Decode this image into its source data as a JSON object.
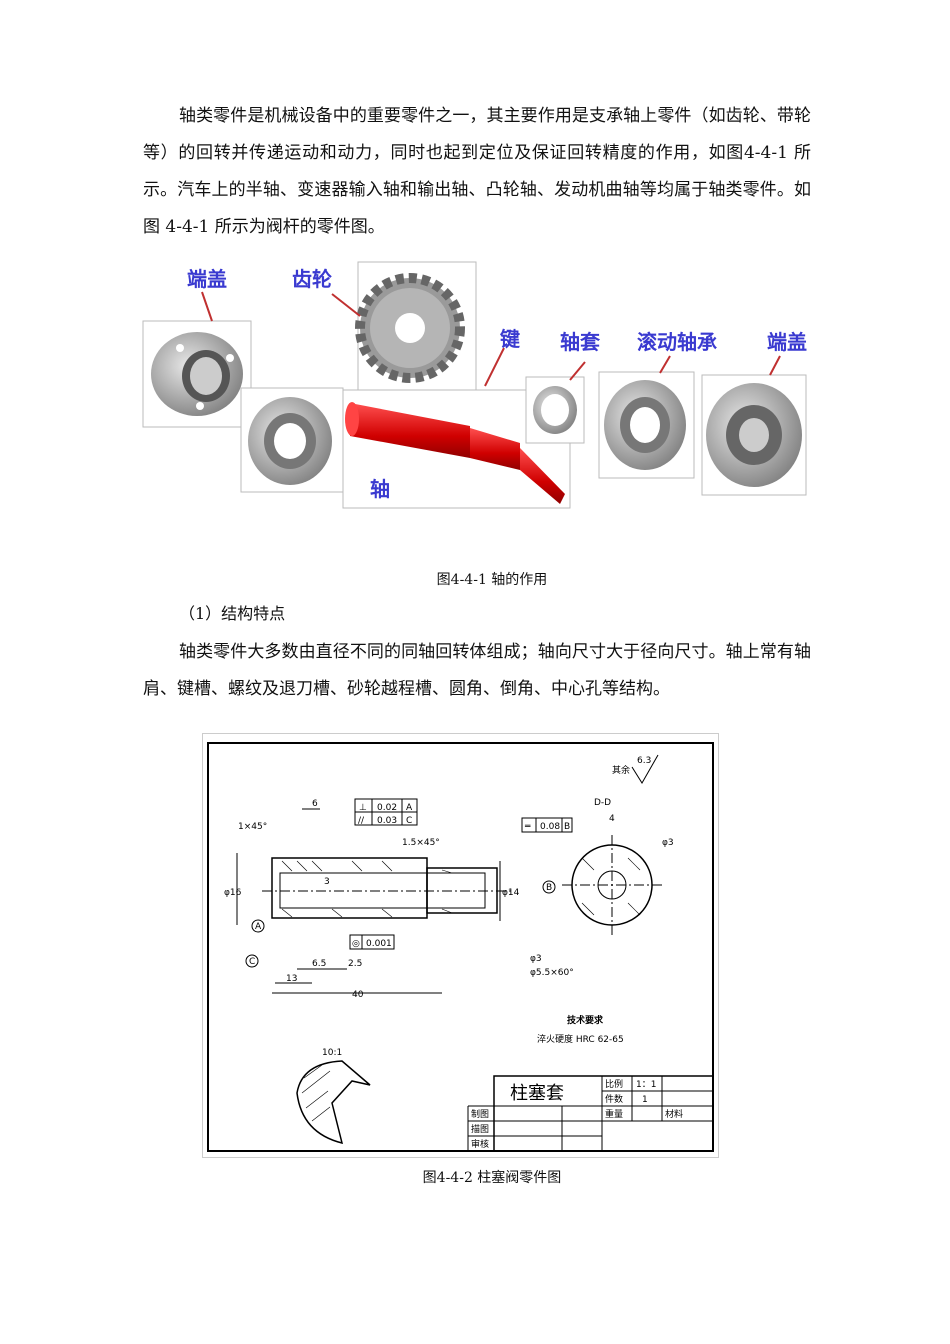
{
  "intro_paragraph": "轴类零件是机械设备中的重要零件之一，其主要作用是支承轴上零件（如齿轮、带轮等）的回转并传递运动和动力，同时也起到定位及保证回转精度的作用，如图4-4-1 所示。汽车上的半轴、变速器输入轴和输出轴、凸轮轴、发动机曲轴等均属于轴类零件。如图 4-4-1 所示为阀杆的零件图。",
  "figure1": {
    "labels": {
      "end_cover_left": "端盖",
      "gear": "齿轮",
      "key": "键",
      "sleeve": "轴套",
      "bearing": "滚动轴承",
      "end_cover_right": "端盖",
      "shaft": "轴"
    },
    "caption": "图4-4-1  轴的作用",
    "colors": {
      "label": "#3a3ad0",
      "shaft": "#e01010",
      "part_gray": "#9a9a9a"
    }
  },
  "section_heading": "（1）结构特点",
  "structure_paragraph": "轴类零件大多数由直径不同的同轴回转体组成；轴向尺寸大于径向尺寸。轴上常有轴肩、键槽、螺纹及退刀槽、砂轮越程槽、圆角、倒角、中心孔等结构。",
  "figure2": {
    "caption": "图4-4-2   柱塞阀零件图",
    "drawing": {
      "roughness_note": "其余",
      "roughness_value": "6.3",
      "section_label": "D-D",
      "tolerance1": [
        "⊥",
        "0.02",
        "A"
      ],
      "tolerance2": [
        "//",
        "0.03",
        "C"
      ],
      "tolerance3": [
        "═",
        "0.08",
        "B"
      ],
      "tolerance4": [
        "◎",
        "0.001"
      ],
      "dims": {
        "chamfer1": "1×45°",
        "chamfer2": "1.5×45°",
        "len6": "6",
        "len3": "3",
        "len65": "6.5",
        "len25": "2.5",
        "len13": "13",
        "len40": "40",
        "d16": "φ16",
        "d14": "φ14",
        "d3a": "φ3",
        "d3b": "φ3",
        "csk": "φ5.5×60°",
        "key4": "4"
      },
      "tech_title": "技术要求",
      "tech_text": "淬火硬度 HRC 62-65",
      "detail_scale": "10:1",
      "title_block": {
        "part_name": "柱塞套",
        "scale_label": "比例",
        "scale_value": "1：1",
        "qty_label": "件数",
        "qty_value": "1",
        "draw_label": "制图",
        "check_label": "描图",
        "review_label": "审核",
        "weight_label": "重量",
        "material_label": "材料"
      }
    }
  }
}
